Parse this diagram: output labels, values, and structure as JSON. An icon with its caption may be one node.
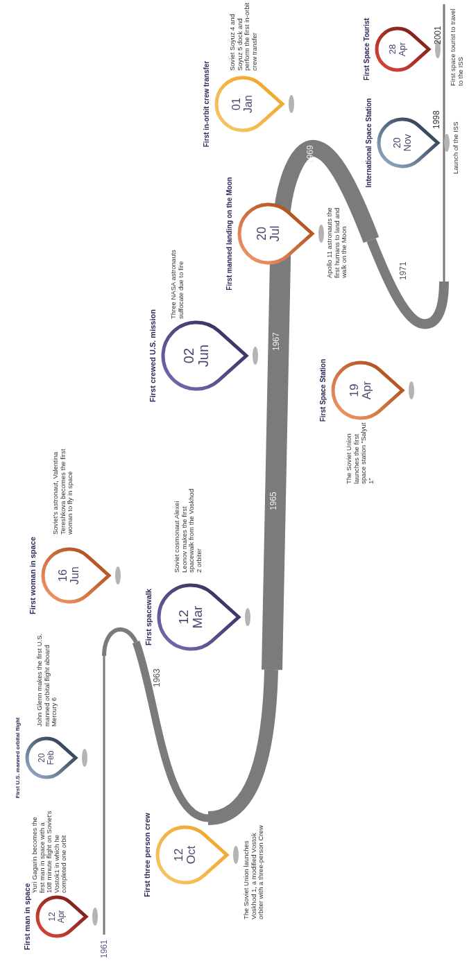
{
  "diagram": {
    "nodes": [
      {
        "text": [
          "First man in space",
          "12 Apr"
        ],
        "beside": [
          "Yuri Gagarin becomes the first man in space with a 108 minute flight on Soviet's Vostok1 in which he completed one orbit"
        ]
      },
      {
        "text": [
          "First U.S. manned orbital flight",
          "20 Feb"
        ],
        "beside": [
          "John Glenn makes the first U.S. manned orbital flight aboard Mercury 6"
        ]
      },
      {
        "text": [
          "First three person crew",
          "12 Oct"
        ],
        "beside": [
          "The Soviet Union launches Voskhod 1, a modified Vostok orbiter with a three-person Crew"
        ]
      },
      {
        "text": [
          "First woman in space",
          "16 Jun"
        ],
        "beside": [
          "Soviet's astronaut, Valentina Tereshkova becomes the first woman to fly in space"
        ]
      },
      {
        "text": [
          "First spacewalk",
          "12 Mar"
        ],
        "beside": [
          "Soviet cosmonaut Alexei Leonov makes the first spacewalk from the Voskhod 2 orbiter"
        ]
      },
      {
        "text": [
          "First crewed U.S. mission",
          "02 Jun"
        ],
        "beside": [
          "Three NASA astronauts suffocate due to fire"
        ]
      },
      {
        "text": [
          "First manned landing on the Moon",
          "20 Jul"
        ],
        "beside": [
          "Apollo 11 astronauts the first humans to land and walk on the Moon"
        ]
      },
      {
        "text": [
          "First in-orbit crew transfer",
          "01 Jan"
        ],
        "beside": [
          "Soviet Soyuz 4 and Soyuz 5 dock and perform the first in-orbit crew transfer"
        ]
      },
      {
        "text": [
          "First Space Station",
          "19 Apr"
        ],
        "beside": [
          "The Soviet Union launches the first space station \"Salyut 1\""
        ]
      },
      {
        "text": [
          "International Space Station",
          "20 Nov"
        ],
        "beside": [
          "Launch of the ISS"
        ]
      },
      {
        "text": [
          "First Space Tourist",
          "28 Apr"
        ],
        "beside": [
          "First space tourist to travel to the ISS"
        ]
      }
    ],
    "labels": [
      "1961",
      "1963",
      "1965",
      "1967",
      "1969",
      "1971",
      "1998",
      "2001"
    ]
  }
}
